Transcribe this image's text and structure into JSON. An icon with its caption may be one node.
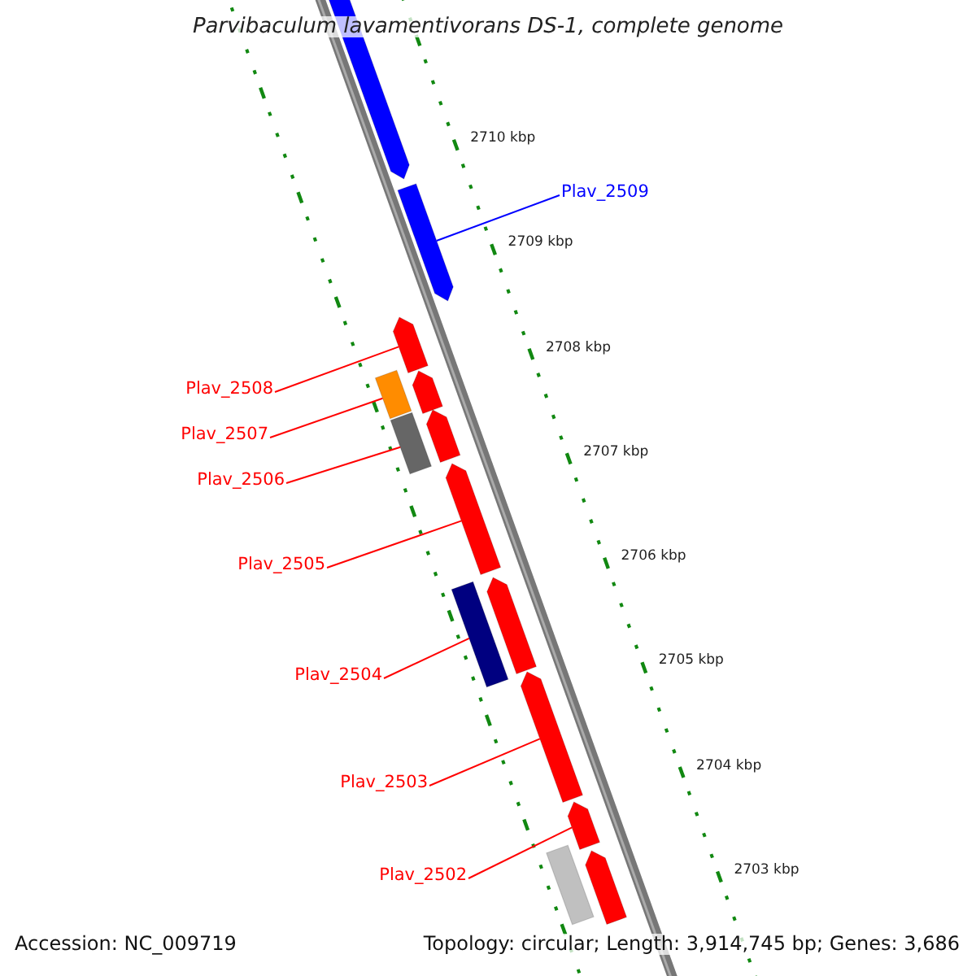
{
  "diagram": {
    "title": "Parvibaculum lavamentivorans DS-1, complete genome",
    "nodes": [
      {
        "text": [
          "Plav_2509"
        ]
      },
      {
        "text": [
          "Plav_2508"
        ]
      },
      {
        "text": [
          "Plav_2507"
        ]
      },
      {
        "text": [
          "Plav_2506"
        ]
      },
      {
        "text": [
          "Plav_2505"
        ]
      },
      {
        "text": [
          "Plav_2504"
        ]
      },
      {
        "text": [
          "Plav_2503"
        ]
      },
      {
        "text": [
          "Plav_2502"
        ]
      },
      {
        "text": [],
        "shape": "pentagon"
      },
      {
        "text": [],
        "shape": "pentagon"
      },
      {
        "text": [],
        "shape": "pentagon"
      },
      {
        "text": [],
        "shape": "pentagon"
      },
      {
        "text": [],
        "shape": "bar"
      },
      {
        "text": [],
        "shape": "pentagon"
      },
      {
        "text": [],
        "shape": "bar"
      },
      {
        "text": [],
        "shape": "pentagon"
      },
      {
        "text": [],
        "shape": "pentagon"
      },
      {
        "text": [],
        "shape": "bar"
      },
      {
        "text": [],
        "shape": "pentagon"
      },
      {
        "text": [],
        "shape": "pentagon"
      },
      {
        "text": [],
        "shape": "bar"
      },
      {
        "text": [],
        "shape": "pentagon"
      }
    ],
    "edges": [
      {
        "from": 0,
        "to": 9,
        "arrow": "none",
        "color": "#0000ff"
      },
      {
        "from": 1,
        "to": 10,
        "arrow": "none"
      },
      {
        "from": 2,
        "to": 12,
        "arrow": "none"
      },
      {
        "from": 3,
        "to": 14,
        "arrow": "none"
      },
      {
        "from": 4,
        "to": 15,
        "arrow": "none"
      },
      {
        "from": 5,
        "to": 17,
        "arrow": "none"
      },
      {
        "from": 6,
        "to": 18,
        "arrow": "none"
      },
      {
        "from": 7,
        "to": 19,
        "arrow": "none"
      }
    ],
    "labels": [
      "2710 kbp",
      "2709 kbp",
      "2708 kbp",
      "2707 kbp",
      "2706 kbp",
      "2705 kbp",
      "2704 kbp",
      "2703 kbp",
      "Accession: NC_009719",
      "Topology: circular; Length: 3,914,745 bp; Genes: 3,686"
    ]
  }
}
